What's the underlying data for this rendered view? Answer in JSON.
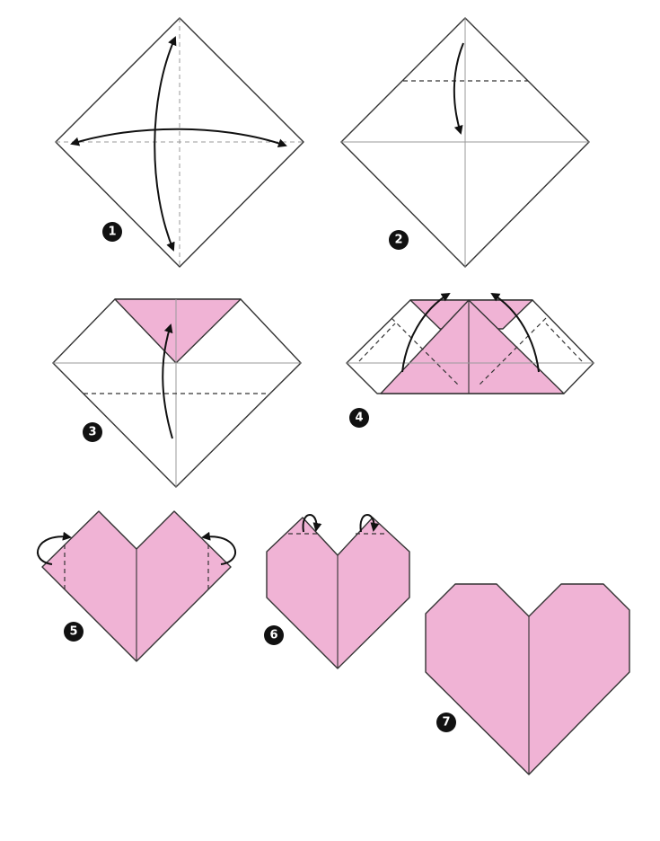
{
  "colors": {
    "paper_pink": "#f0b3d5",
    "outline": "#333333",
    "arrow": "#111111"
  },
  "steps": [
    {
      "number": "1"
    },
    {
      "number": "2"
    },
    {
      "number": "3"
    },
    {
      "number": "4"
    },
    {
      "number": "5"
    },
    {
      "number": "6"
    },
    {
      "number": "7"
    }
  ]
}
